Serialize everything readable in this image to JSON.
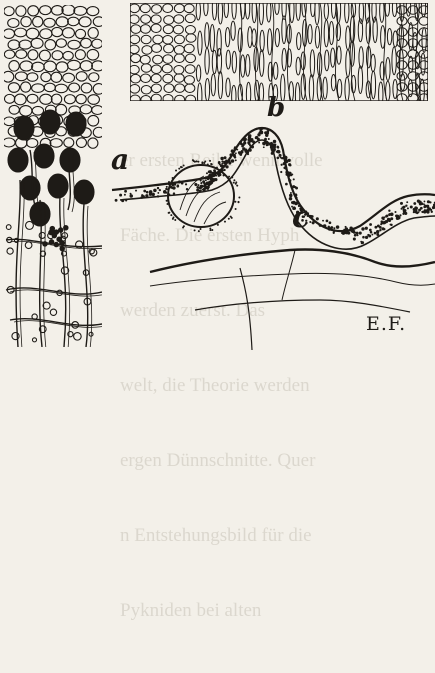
{
  "figure": {
    "labels": {
      "a": "a",
      "b": "b",
      "c": "c",
      "ef": "E.F."
    },
    "background_text": [
      "er ersten Reihe wenn volle",
      "Fäche. Die ersten Hyph",
      "werden zuerst. Das",
      "welt, die Theorie werden",
      "ergen Dünnschnitte. Quer",
      "n Entstehungsbild für die",
      "Pykniden bei alten",
      ""
    ],
    "colors": {
      "paper": "#f3f0e9",
      "ink": "#1e1b17",
      "faint": "#c9c4b8"
    }
  }
}
